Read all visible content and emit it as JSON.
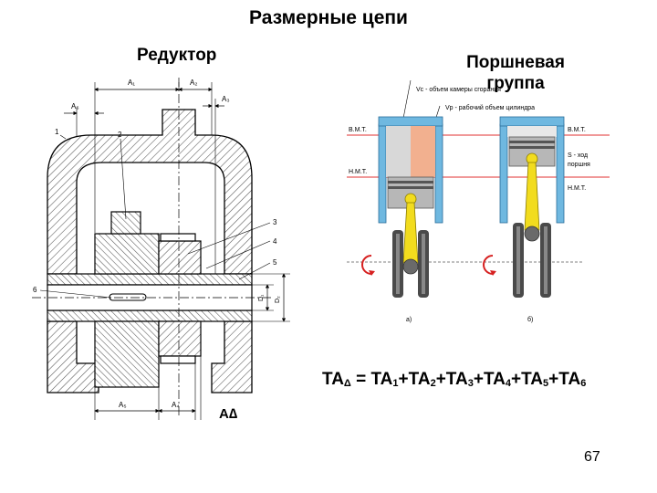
{
  "slide": {
    "title": "Размерные цепи",
    "reductor_heading": "Редуктор",
    "piston_heading": "Поршневая группа",
    "formula": {
      "lhs": "TA",
      "lhs_sub": "Δ",
      "eq": " = ",
      "terms": [
        {
          "base": "TA",
          "sub": "1"
        },
        {
          "base": "TA",
          "sub": "2"
        },
        {
          "base": "TA",
          "sub": "3"
        },
        {
          "base": "TA",
          "sub": "4"
        },
        {
          "base": "TA",
          "sub": "5"
        },
        {
          "base": "TA",
          "sub": "6"
        }
      ]
    },
    "page_number": "67"
  },
  "reductor_drawing": {
    "dimensions": {
      "a1": "A₁",
      "a2": "A₂",
      "a3": "A₃",
      "a6": "A₆",
      "a5": "A₅",
      "a4": "A₄",
      "d1": "D₁",
      "d2": "D₂",
      "a_delta": "A∆"
    },
    "callouts": {
      "c1": "1",
      "c2": "2",
      "c3": "3",
      "c4": "4",
      "c5": "5",
      "c6": "6"
    }
  },
  "piston_drawing": {
    "legend_vc": "Vc - объем камеры сгорания",
    "legend_vp": "Vр - рабочий объем цилиндра",
    "vmt_left": "В.М.Т.",
    "nmt_left": "Н.М.Т.",
    "vmt_right": "В.М.Т.",
    "nmt_right": "Н.М.Т.",
    "stroke_label": [
      "S - ход",
      "поршня"
    ],
    "caption_a": "а)",
    "caption_b": "б)"
  },
  "colors": {
    "hatch": "#555555",
    "cylinder_blue": "#6fb8e0",
    "piston_gray": "#b7b7b7",
    "chamber_salmon": "#f2b08f",
    "rod_yellow": "#f2dc1e",
    "line_red": "#e03030",
    "arrow_red": "#d62020",
    "crank_dark": "#4a4a4a"
  }
}
